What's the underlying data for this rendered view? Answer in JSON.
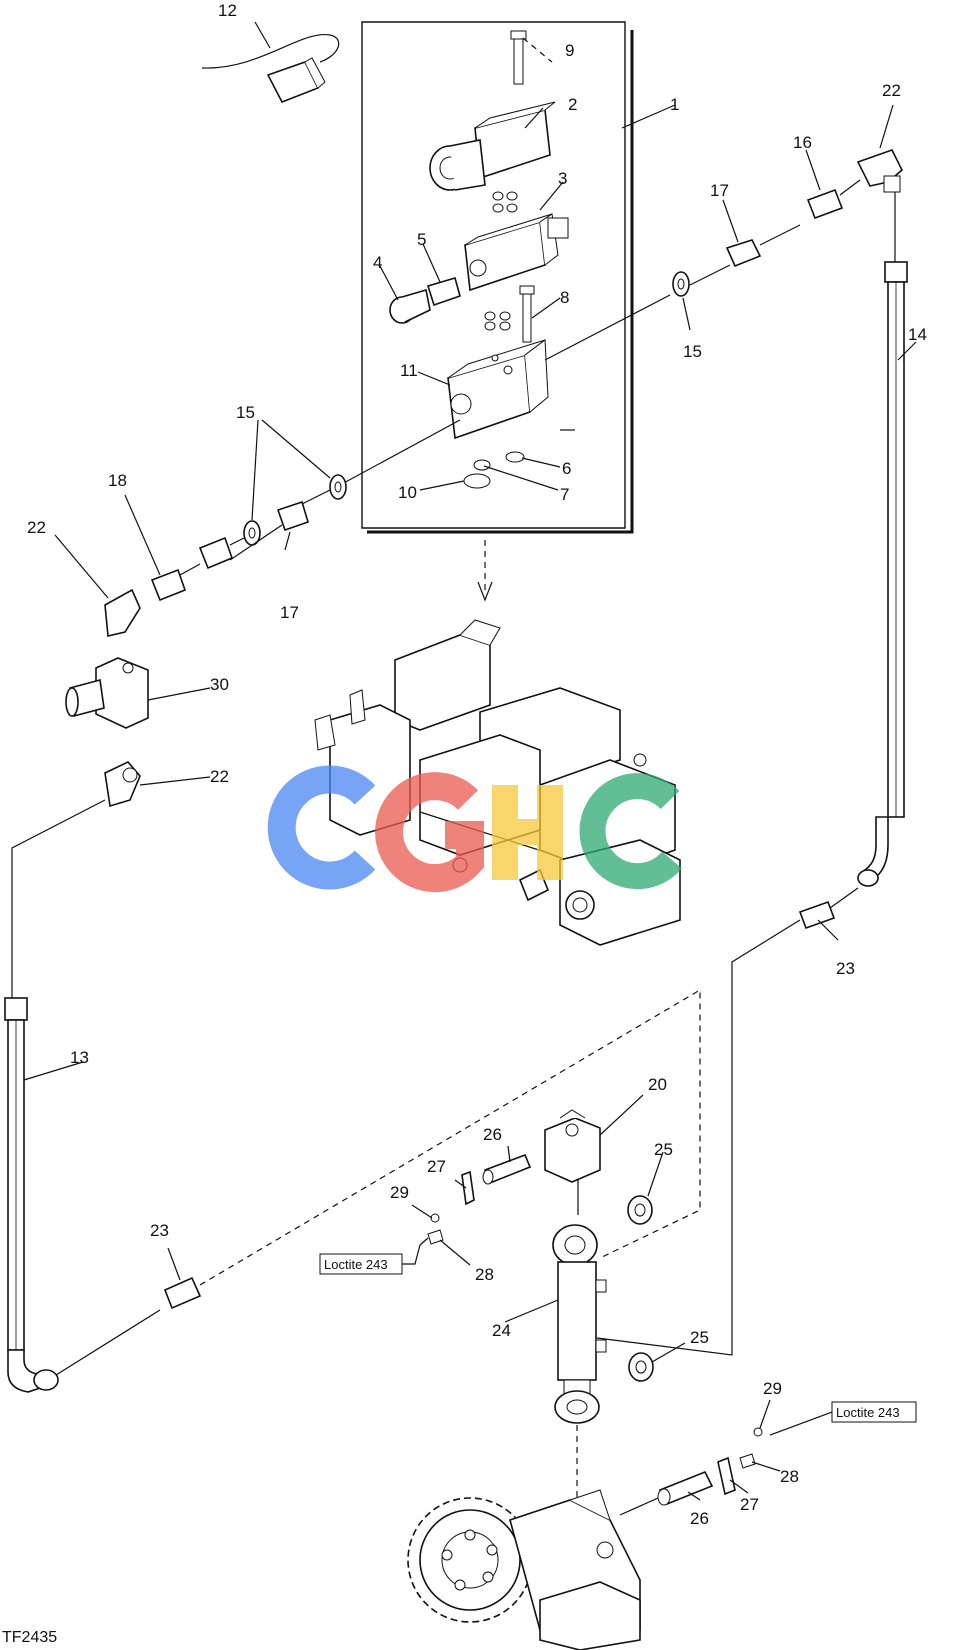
{
  "figure_id": "TF2435",
  "callouts": {
    "c1": "1",
    "c2": "2",
    "c3": "3",
    "c4": "4",
    "c5": "5",
    "c6": "6",
    "c7": "7",
    "c8": "8",
    "c9": "9",
    "c10": "10",
    "c11": "11",
    "c12": "12",
    "c13": "13",
    "c14": "14",
    "c15a": "15",
    "c15b": "15",
    "c16": "16",
    "c17a": "17",
    "c17b": "17",
    "c18": "18",
    "c20": "20",
    "c22a": "22",
    "c22b": "22",
    "c22c": "22",
    "c23a": "23",
    "c23b": "23",
    "c24": "24",
    "c25a": "25",
    "c25b": "25",
    "c26a": "26",
    "c26b": "26",
    "c27a": "27",
    "c27b": "27",
    "c28a": "28",
    "c28b": "28",
    "c29a": "29",
    "c29b": "29",
    "c30": "30"
  },
  "labels": {
    "loctite_left": "Loctite 243",
    "loctite_right": "Loctite 243"
  },
  "watermark": {
    "colors": [
      "#4a86f0",
      "#ea5a50",
      "#f5c83a",
      "#2ea870"
    ]
  }
}
